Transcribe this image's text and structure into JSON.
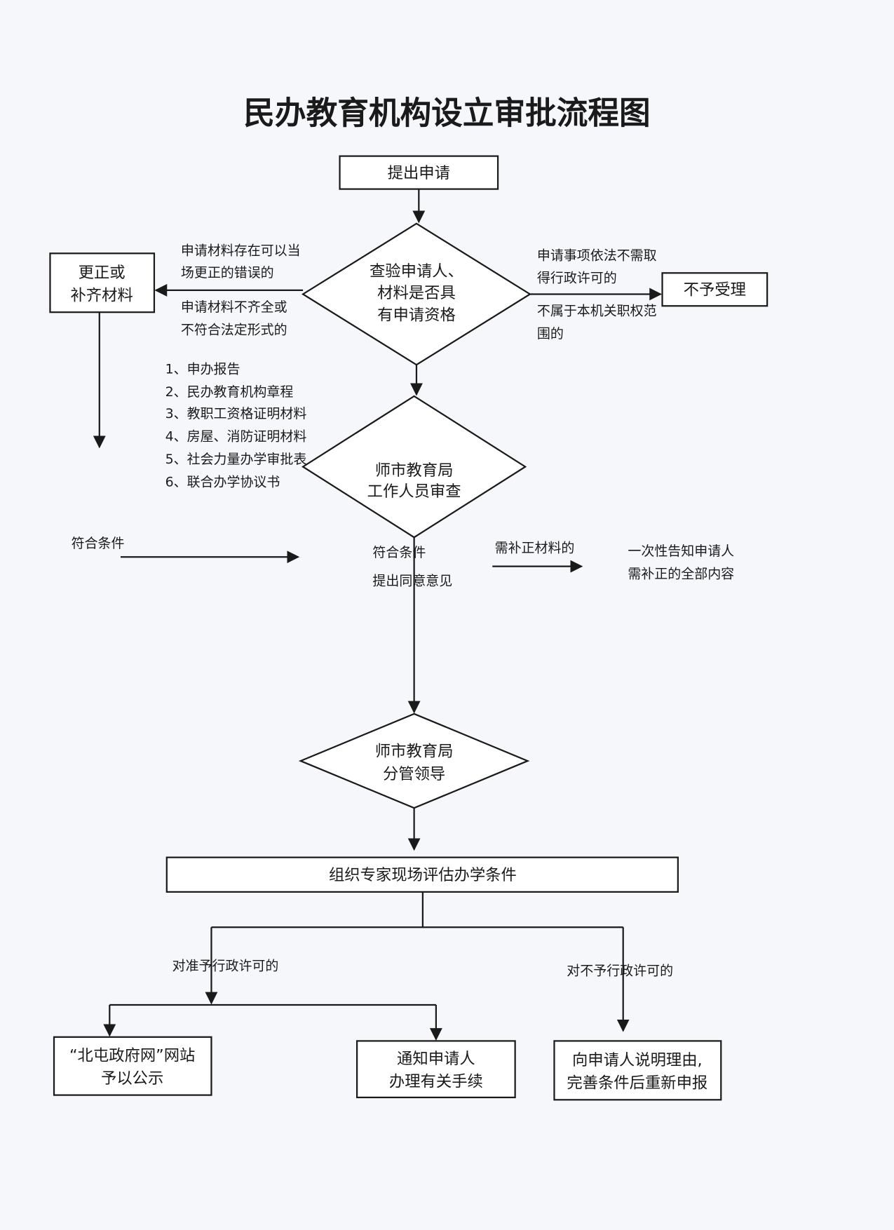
{
  "title": "民办教育机构设立审批流程图",
  "nodes": {
    "apply": "提出申请",
    "correct_l1": "更正或",
    "correct_l2": "补齐材料",
    "reject": "不予受理",
    "check_l1": "查验申请人、",
    "check_l2": "材料是否具",
    "check_l3": "有申请资格",
    "staff_l1": "师市教育局",
    "staff_l2": "工作人员审查",
    "leader_l1": "师市教育局",
    "leader_l2": "分管领导",
    "expert": "组织专家现场评估办学条件",
    "publicize_l1": "“北屯政府网”网站",
    "publicize_l2": "予以公示",
    "notify_l1": "通知申请人",
    "notify_l2": "办理有关手续",
    "explain_l1": "向申请人说明理由,",
    "explain_l2": "完善条件后重新申报"
  },
  "labels": {
    "correctable_l1": "申请材料存在可以当",
    "correctable_l2": "场更正的错误的",
    "incomplete_l1": "申请材料不齐全或",
    "incomplete_l2": "不符合法定形式的",
    "no_permit_l1": "申请事项依法不需取",
    "no_permit_l2": "得行政许可的",
    "not_scope_l1": "不属于本机关职权范",
    "not_scope_l2": "围的",
    "qualified_left": "符合条件",
    "qualified_l1": "符合条件",
    "qualified_l2": "提出同意意见",
    "need_supplement": "需补正材料的",
    "inform_l1": "一次性告知申请人",
    "inform_l2": "需补正的全部内容",
    "grant": "对准予行政许可的",
    "deny": "对不予行政许可的"
  },
  "materials": [
    "1、申办报告",
    "2、民办教育机构章程",
    "3、教职工资格证明材料",
    "4、房屋、消防证明材料",
    "5、社会力量办学审批表",
    "6、联合办学协议书"
  ]
}
